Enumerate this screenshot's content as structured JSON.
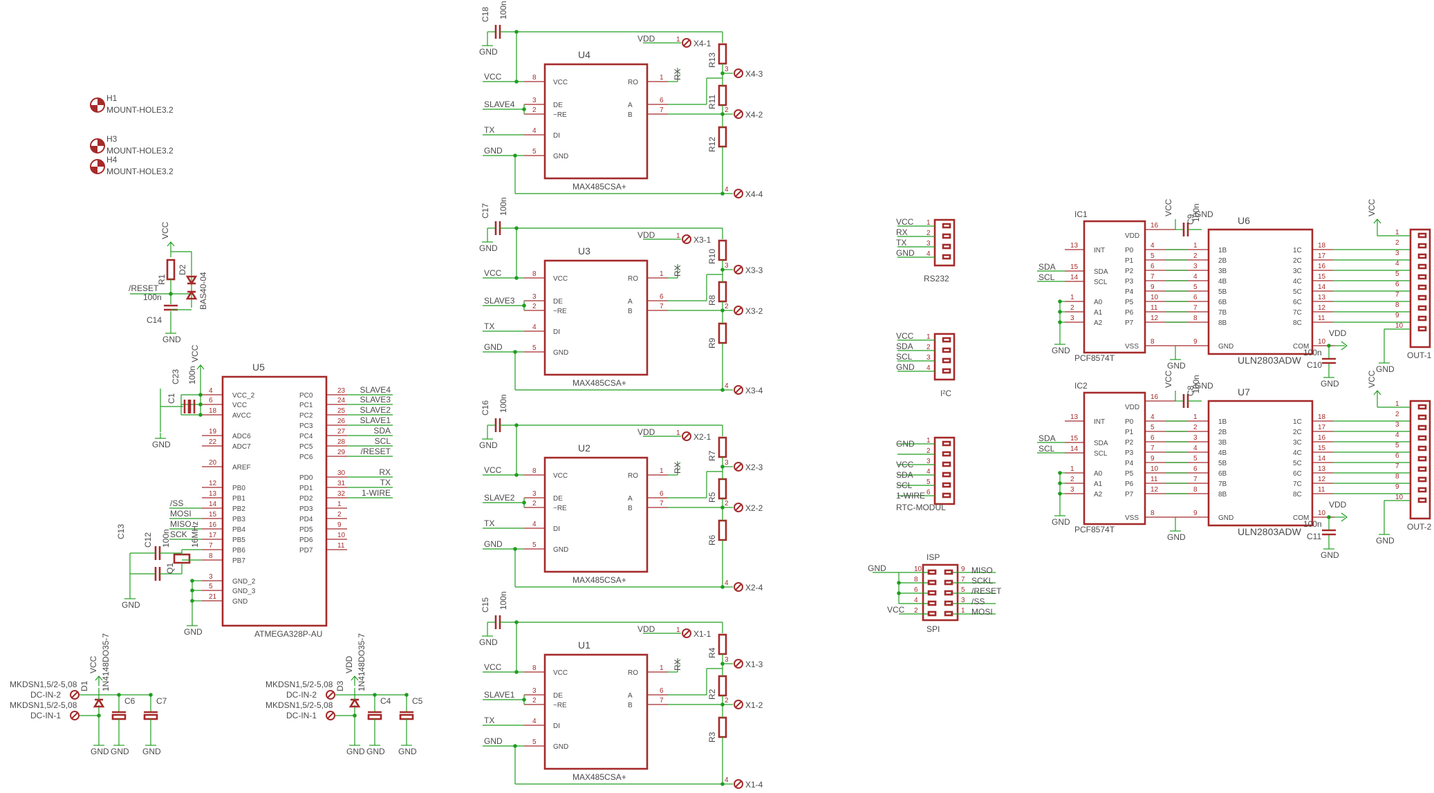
{
  "colors": {
    "part": "#a52a2a",
    "wire": "#1f9e1f",
    "text": "#4a4a4a",
    "background": "#ffffff"
  },
  "mount_holes": [
    {
      "ref": "H1",
      "value": "MOUNT-HOLE3.2"
    },
    {
      "ref": "H3",
      "value": "MOUNT-HOLE3.2"
    },
    {
      "ref": "H4",
      "value": "MOUNT-HOLE3.2"
    }
  ],
  "reset_circuit": {
    "vcc": "VCC",
    "r": "R1",
    "reset": "/RESET",
    "c_val": "100n",
    "c": "C14",
    "d": "D2",
    "d_val": "BAS40-04",
    "gnd": "GND"
  },
  "mcu": {
    "ref": "U5",
    "value": "ATMEGA328P-AU",
    "left_pins": [
      {
        "num": "4",
        "name": "VCC_2"
      },
      {
        "num": "6",
        "name": "VCC"
      },
      {
        "num": "18",
        "name": "AVCC"
      },
      {
        "num": "19",
        "name": "ADC6"
      },
      {
        "num": "22",
        "name": "ADC7"
      },
      {
        "num": "20",
        "name": "AREF"
      },
      {
        "num": "12",
        "name": "PB0"
      },
      {
        "num": "13",
        "name": "PB1"
      },
      {
        "num": "14",
        "name": "PB2"
      },
      {
        "num": "15",
        "name": "PB3"
      },
      {
        "num": "16",
        "name": "PB4"
      },
      {
        "num": "17",
        "name": "PB5"
      },
      {
        "num": "7",
        "name": "PB6"
      },
      {
        "num": "8",
        "name": "PB7"
      },
      {
        "num": "3",
        "name": "GND_2"
      },
      {
        "num": "5",
        "name": "GND_3"
      },
      {
        "num": "21",
        "name": "GND"
      }
    ],
    "right_pins": [
      {
        "num": "23",
        "name": "PC0",
        "net": "SLAVE4"
      },
      {
        "num": "24",
        "name": "PC1",
        "net": "SLAVE3"
      },
      {
        "num": "25",
        "name": "PC2",
        "net": "SLAVE2"
      },
      {
        "num": "26",
        "name": "PC3",
        "net": "SLAVE1"
      },
      {
        "num": "27",
        "name": "PC4",
        "net": "SDA"
      },
      {
        "num": "28",
        "name": "PC5",
        "net": "SCL"
      },
      {
        "num": "29",
        "name": "PC6",
        "net": "/RESET"
      },
      {
        "num": "30",
        "name": "PD0",
        "net": "RX"
      },
      {
        "num": "31",
        "name": "PD1",
        "net": "TX"
      },
      {
        "num": "32",
        "name": "PD2",
        "net": "1-WIRE"
      },
      {
        "num": "1",
        "name": "PD3",
        "net": ""
      },
      {
        "num": "2",
        "name": "PD4",
        "net": ""
      },
      {
        "num": "9",
        "name": "PD5",
        "net": ""
      },
      {
        "num": "10",
        "name": "PD6",
        "net": ""
      },
      {
        "num": "11",
        "name": "PD7",
        "net": ""
      }
    ],
    "left_nets": [
      "/SS",
      "MOSI",
      "MISO",
      "SCK"
    ],
    "vcc": "VCC",
    "gnd": "GND",
    "caps": [
      "C1",
      "C23",
      "100n"
    ],
    "xtal_caps": [
      "C12",
      "C13",
      "100n"
    ],
    "q": "Q1",
    "q_val": "16MHz"
  },
  "rs485": [
    {
      "ref": "U4",
      "cap": "C18",
      "slave": "SLAVE4",
      "x": "X4",
      "r": [
        "R13",
        "R11",
        "R12"
      ]
    },
    {
      "ref": "U3",
      "cap": "C17",
      "slave": "SLAVE3",
      "x": "X3",
      "r": [
        "R10",
        "R8",
        "R9"
      ]
    },
    {
      "ref": "U2",
      "cap": "C16",
      "slave": "SLAVE2",
      "x": "X2",
      "r": [
        "R7",
        "R5",
        "R6"
      ]
    },
    {
      "ref": "U1",
      "cap": "C15",
      "slave": "SLAVE1",
      "x": "X1",
      "r": [
        "R4",
        "R2",
        "R3"
      ]
    }
  ],
  "rs485_common": {
    "value": "MAX485CSA+",
    "cap_val": "100n",
    "gnd": "GND",
    "vcc": "VCC",
    "tx": "TX",
    "vdd": "VDD",
    "rx": "RX",
    "pins": {
      "vcc": "VCC",
      "de": "DE",
      "re": "~RE",
      "di": "DI",
      "gnd": "GND",
      "ro": "RO",
      "a": "A",
      "b": "B"
    },
    "pin_nums": {
      "vcc": "8",
      "de": "3",
      "re": "2",
      "di": "4",
      "gnd": "5",
      "ro": "1",
      "a": "6",
      "b": "7"
    },
    "terminals": [
      "-1",
      "-3",
      "-2",
      "-4"
    ]
  },
  "power": [
    {
      "dc2": "DC-IN-2",
      "dc1": "DC-IN-1",
      "part": "MKDSN1,5/2-5,08",
      "diode": "1N4148DO35-7",
      "rail": "VCC",
      "caps": [
        "C6",
        "C7"
      ],
      "gnd": "GND",
      "d": "D1"
    },
    {
      "dc2": "DC-IN-2",
      "dc1": "DC-IN-1",
      "part": "MKDSN1,5/2-5,08",
      "diode": "1N4148DO35-7",
      "rail": "VDD",
      "caps": [
        "C4",
        "C5"
      ],
      "gnd": "GND",
      "d": "D3"
    }
  ],
  "rs232": {
    "name": "RS232",
    "pins": [
      "VCC",
      "RX",
      "TX",
      "GND"
    ]
  },
  "i2c": {
    "name": "I²C",
    "pins": [
      "VCC",
      "SDA",
      "SCL",
      "GND"
    ]
  },
  "rtc": {
    "name": "RTC-MODUL",
    "pins": [
      "GND",
      "",
      "VCC",
      "SDA",
      "SCL",
      "1-WIRE"
    ]
  },
  "isp": {
    "name": "ISP",
    "bottom": "SPI",
    "left": [
      "GND",
      "",
      "",
      "",
      "VCC"
    ],
    "right": [
      "MISO",
      "SCKL",
      "/RESET",
      "/SS",
      "MOSI"
    ],
    "left_nums": [
      "10",
      "8",
      "6",
      "4",
      "2"
    ],
    "right_nums": [
      "9",
      "7",
      "5",
      "3",
      "1"
    ]
  },
  "expanders": [
    {
      "ic": "IC1",
      "ic_val": "PCF8574T",
      "drv": "U6",
      "drv_val": "ULN2803ADW",
      "cap": "C9",
      "cap2": "C10",
      "out": "OUT-1"
    },
    {
      "ic": "IC2",
      "ic_val": "PCF8574T",
      "drv": "U7",
      "drv_val": "ULN2803ADW",
      "cap": "C8",
      "cap2": "C11",
      "out": "OUT-2"
    }
  ],
  "expander_common": {
    "ic_left": [
      {
        "num": "13",
        "name": "INT"
      },
      {
        "num": "15",
        "name": "SDA"
      },
      {
        "num": "14",
        "name": "SCL"
      },
      {
        "num": "1",
        "name": "A0"
      },
      {
        "num": "2",
        "name": "A1"
      },
      {
        "num": "3",
        "name": "A2"
      }
    ],
    "ic_right": [
      "P0",
      "P1",
      "P2",
      "P3",
      "P4",
      "P5",
      "P6",
      "P7"
    ],
    "ic_right_nums": [
      "4",
      "5",
      "6",
      "7",
      "9",
      "10",
      "11",
      "12"
    ],
    "drv_left": [
      "1B",
      "2B",
      "3B",
      "4B",
      "5B",
      "6B",
      "7B",
      "8B"
    ],
    "drv_left_nums": [
      "1",
      "2",
      "3",
      "4",
      "5",
      "6",
      "7",
      "8"
    ],
    "drv_right": [
      "1C",
      "2C",
      "3C",
      "4C",
      "5C",
      "6C",
      "7C",
      "8C"
    ],
    "drv_right_nums": [
      "18",
      "17",
      "16",
      "15",
      "14",
      "13",
      "12",
      "11"
    ],
    "out_nums": [
      "1",
      "2",
      "3",
      "4",
      "5",
      "6",
      "7",
      "8",
      "9",
      "10"
    ],
    "vdd": "VDD",
    "vss": "VSS",
    "gnd": "GND",
    "com": "COM",
    "vcc": "VCC",
    "sda": "SDA",
    "scl": "SCL",
    "cap_val": "100n"
  }
}
